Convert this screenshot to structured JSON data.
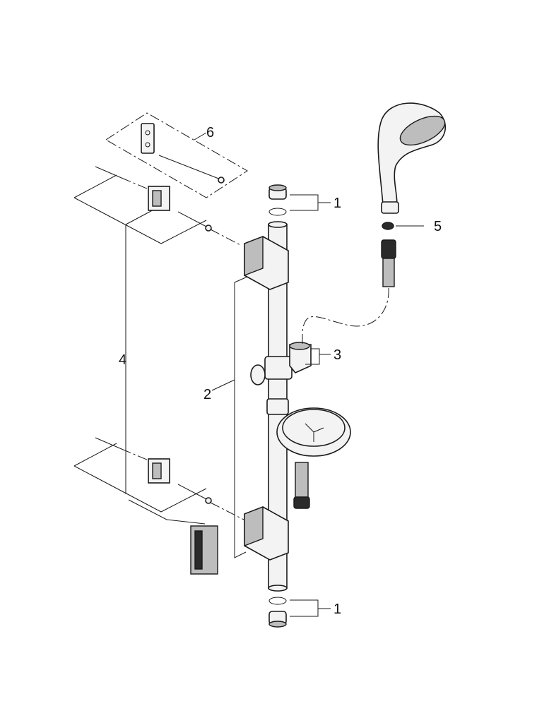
{
  "callouts": [
    {
      "id": "1",
      "text": "1"
    },
    {
      "id": "1b",
      "text": "1"
    },
    {
      "id": "2",
      "text": "2"
    },
    {
      "id": "3",
      "text": "3"
    },
    {
      "id": "4",
      "text": "4"
    },
    {
      "id": "5",
      "text": "5"
    },
    {
      "id": "6",
      "text": "6"
    }
  ],
  "colors": {
    "line": "#1a1a1a",
    "part_fill": "#f3f3f3",
    "shade_fill": "#bdbdbd",
    "dark_fill": "#2a2a2a",
    "background": "#ffffff"
  }
}
